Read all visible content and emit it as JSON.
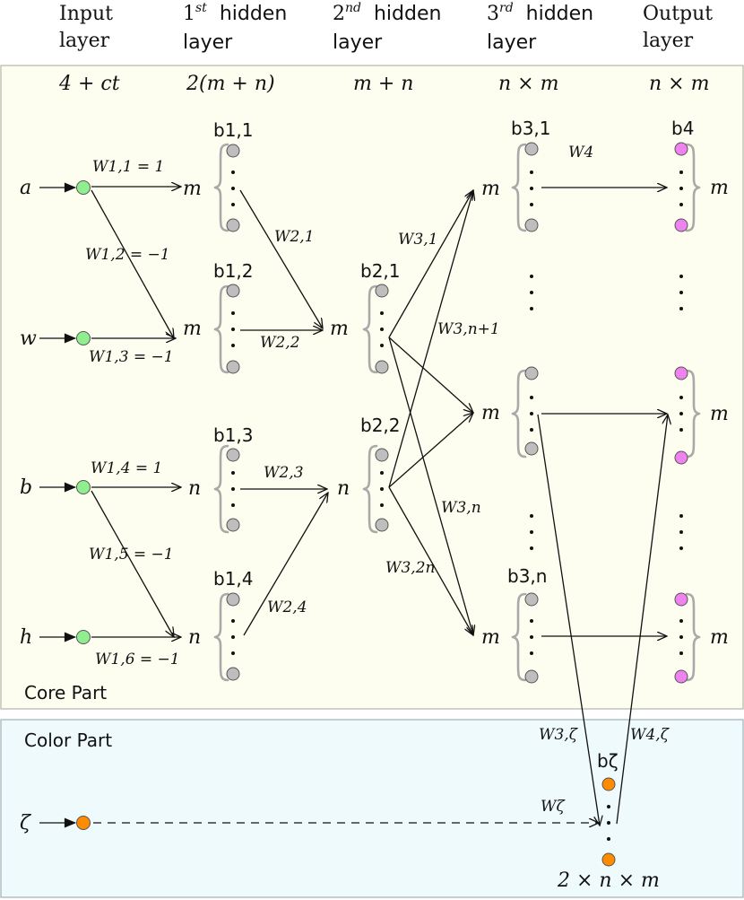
{
  "header": {
    "input": [
      "Input",
      "layer"
    ],
    "h1": [
      "1",
      "st",
      "hidden",
      "layer"
    ],
    "h2": [
      "2",
      "nd",
      "hidden",
      "layer"
    ],
    "h3": [
      "3",
      "rd",
      "hidden",
      "layer"
    ],
    "output": [
      "Output",
      "layer"
    ]
  },
  "sizes": {
    "input": "4 + ct",
    "h1": "2(m + n)",
    "h2": "m + n",
    "h3": "n × m",
    "output": "n × m"
  },
  "core": {
    "title": "Core Part",
    "inputs": [
      "a",
      "w",
      "b",
      "h"
    ],
    "w1": [
      "W1,1 = 1",
      "W1,2 = −1",
      "W1,3 = −1",
      "W1,4 = 1",
      "W1,5 = −1",
      "W1,6 = −1"
    ],
    "b1": [
      "b1,1",
      "b1,2",
      "b1,3",
      "b1,4"
    ],
    "b2": [
      "b2,1",
      "b2,2"
    ],
    "b3": [
      "b3,1",
      "b3,n"
    ],
    "b4": "b4",
    "w2": [
      "W2,1",
      "W2,2",
      "W2,3",
      "W2,4"
    ],
    "w3": [
      "W3,1",
      "W3,n+1",
      "W3,n",
      "W3,2n"
    ],
    "w4": "W4",
    "group_m": "m",
    "group_n": "n"
  },
  "color": {
    "title": "Color Part",
    "input": "ζ",
    "w3z": "W3,ζ",
    "w4z": "W4,ζ",
    "bz": "bζ",
    "wz": "Wζ",
    "size": "2 × n × m"
  },
  "colors": {
    "input_node": "#90ee90",
    "hidden_node": "#bebebe",
    "output_node": "#ee82ee",
    "color_node": "#ff8c00",
    "core_bg": "#fdfdf0",
    "color_bg": "#eefafc"
  }
}
